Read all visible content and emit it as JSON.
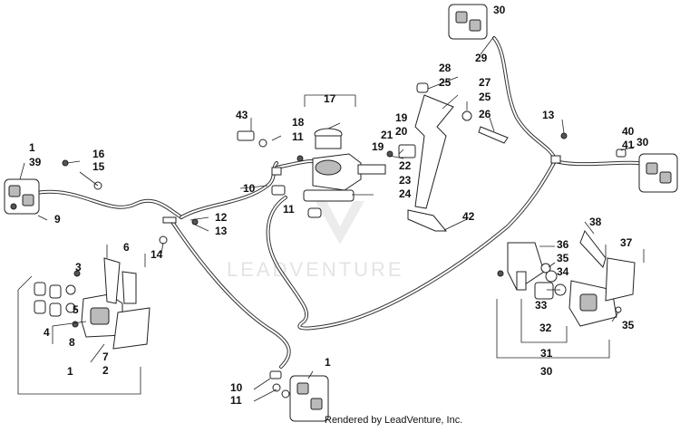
{
  "watermark": {
    "text": "LEADVENTURE"
  },
  "credit": "Rendered by LeadVenture, Inc.",
  "callouts": {
    "c1a": "1",
    "c39": "39",
    "c16": "16",
    "c15": "15",
    "c9": "9",
    "c3": "3",
    "c6": "6",
    "c5": "5",
    "c4": "4",
    "c8": "8",
    "c7": "7",
    "c2": "2",
    "c1b": "1",
    "c43": "43",
    "c18": "18",
    "c17": "17",
    "c11a": "11",
    "c10a": "10",
    "c11b": "11",
    "c12": "12",
    "c13a": "13",
    "c14": "14",
    "c21": "21",
    "c20": "20",
    "c19a": "19",
    "c19b": "19",
    "c22": "22",
    "c23": "23",
    "c24": "24",
    "c28": "28",
    "c25a": "25",
    "c27": "27",
    "c25b": "25",
    "c26": "26",
    "c30a": "30",
    "c29": "29",
    "c13b": "13",
    "c40": "40",
    "c41": "41",
    "c30b": "30",
    "c42": "42",
    "c38": "38",
    "c36": "36",
    "c35a": "35",
    "c34": "34",
    "c37": "37",
    "c33": "33",
    "c32": "32",
    "c35b": "35",
    "c31": "31",
    "c30c": "30",
    "c1c": "1",
    "c10b": "10",
    "c11c": "11"
  }
}
